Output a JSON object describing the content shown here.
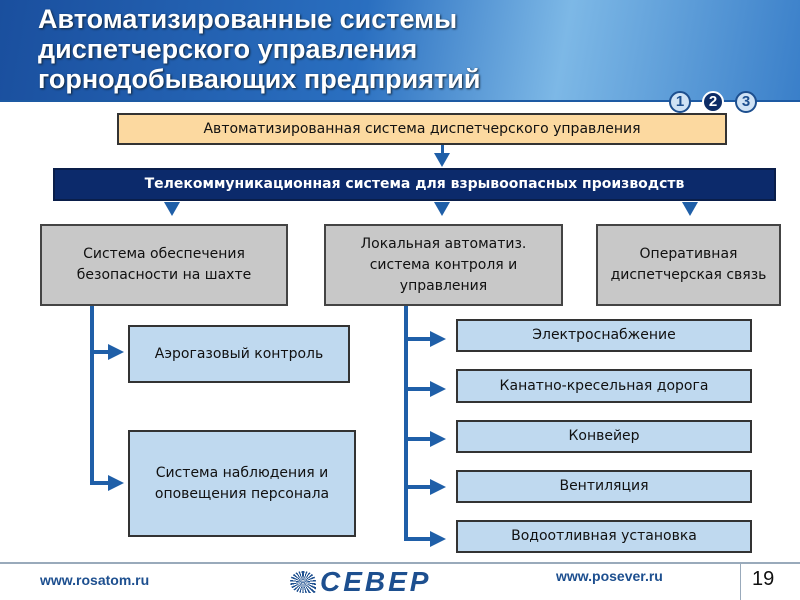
{
  "title": {
    "lines": [
      "Автоматизированные системы",
      "диспетчерского управления",
      "горнодобывающих предприятий"
    ]
  },
  "steps": [
    "1",
    "2",
    "3"
  ],
  "diagram": {
    "top": "Автоматизированная система диспетчерского управления",
    "telecom": "Телекоммуникационная система для взрывоопасных производств",
    "branches": [
      "Система обеспечения безопасности на шахте",
      "Локальная автоматиз. система контроля и управления",
      "Оперативная диспетчерская связь"
    ],
    "left_children": [
      "Аэрогазовый контроль",
      "Система наблюдения и оповещения персонала"
    ],
    "mid_children": [
      "Электроснабжение",
      "Канатно-кресельная дорога",
      "Конвейер",
      "Вентиляция",
      "Водоотливная установка"
    ]
  },
  "footer": {
    "left_url": "www.rosatom.ru",
    "logo": "СЕВЕР",
    "right_url": "www.posever.ru",
    "page": "19"
  },
  "colors": {
    "accent": "#1f5fa8",
    "navy": "#0c2a6b",
    "orange": "#fcd9a0",
    "gray": "#c8c8c8",
    "light_blue": "#bfd9ef"
  }
}
